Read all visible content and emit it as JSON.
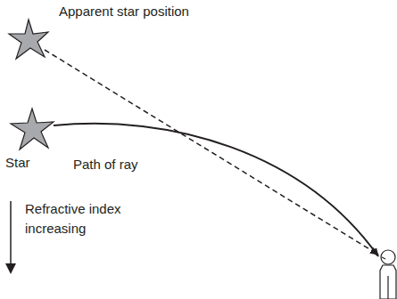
{
  "diagram": {
    "labels": [
      "Apparent star position",
      "Star",
      "Path of ray",
      "Refractive index increasing"
    ]
  }
}
